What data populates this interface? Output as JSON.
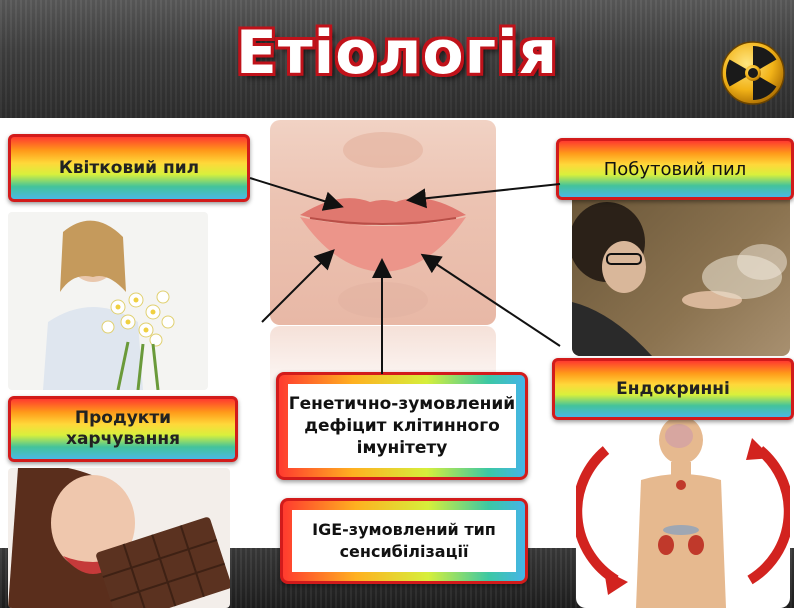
{
  "title": "Етіологія",
  "labels": {
    "flower_pollen": "Квітковий пил",
    "house_dust": "Побутовий пил",
    "food": "Продукти харчування",
    "endocrine": "Ендокринні",
    "genetic": "Генетично-зумовлений дефіцит клітинного імунітету",
    "ige": "IGE-зумовлений тип сенсибілізації"
  },
  "icons": {
    "hazard": "radiation-hazard-icon"
  },
  "colors": {
    "title_outline": "#c0121a",
    "box_border": "#d21b1b",
    "header_bg": "#3f3f3f"
  }
}
